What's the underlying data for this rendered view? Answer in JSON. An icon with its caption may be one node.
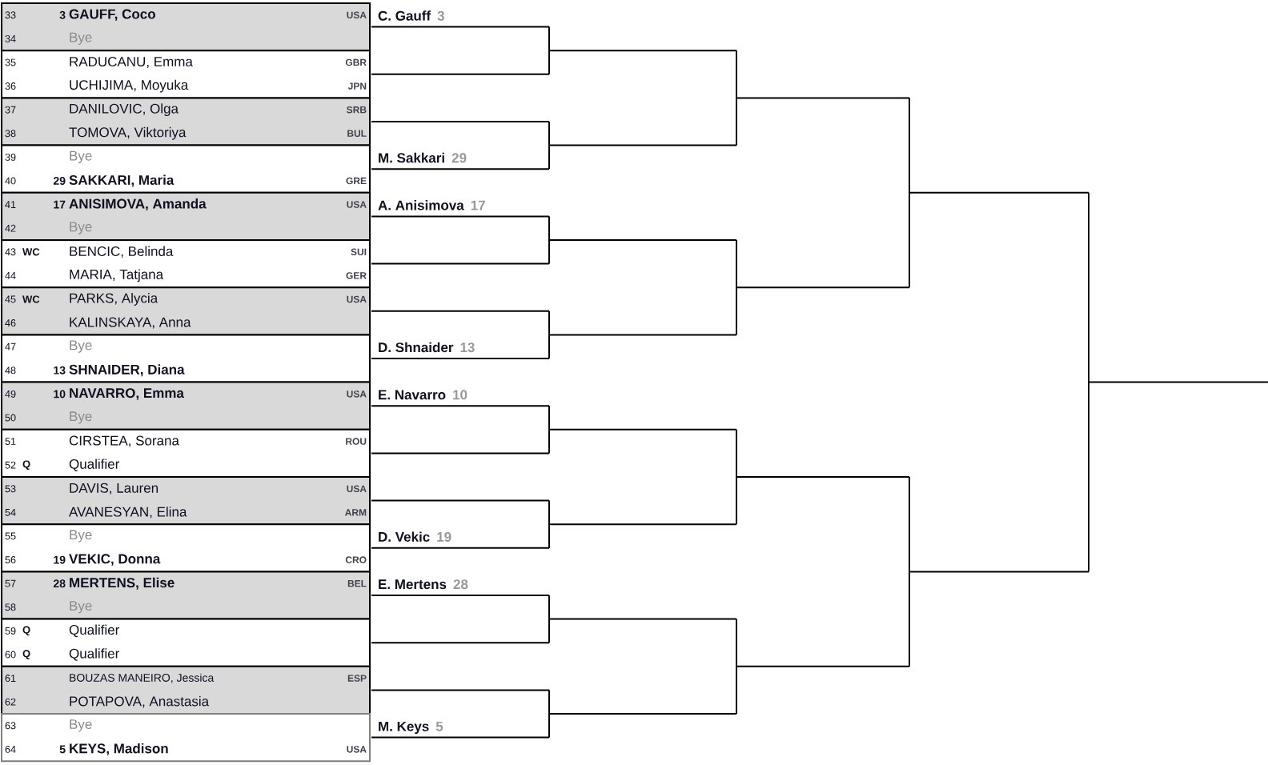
{
  "diagram": {
    "nodes": [
      {
        "text": [
          "33",
          "3",
          "GAUFF, Coco",
          "USA",
          "34",
          "Bye"
        ]
      },
      {
        "text": [
          "35",
          "RADUCANU, Emma",
          "GBR",
          "36",
          "UCHIJIMA, Moyuka",
          "JPN"
        ]
      },
      {
        "text": [
          "37",
          "DANILOVIC, Olga",
          "SRB",
          "38",
          "TOMOVA, Viktoriya",
          "BUL"
        ]
      },
      {
        "text": [
          "39",
          "Bye",
          "40",
          "29",
          "SAKKARI, Maria",
          "GRE"
        ]
      },
      {
        "text": [
          "41",
          "17",
          "ANISIMOVA, Amanda",
          "USA",
          "42",
          "Bye"
        ]
      },
      {
        "text": [
          "43",
          "WC",
          "BENCIC, Belinda",
          "SUI",
          "44",
          "MARIA, Tatjana",
          "GER"
        ]
      },
      {
        "text": [
          "45",
          "WC",
          "PARKS, Alycia",
          "USA",
          "46",
          "KALINSKAYA, Anna"
        ]
      },
      {
        "text": [
          "47",
          "Bye",
          "48",
          "13",
          "SHNAIDER, Diana"
        ]
      },
      {
        "text": [
          "49",
          "10",
          "NAVARRO, Emma",
          "USA",
          "50",
          "Bye"
        ]
      },
      {
        "text": [
          "51",
          "CIRSTEA, Sorana",
          "ROU",
          "52",
          "Q",
          "Qualifier"
        ]
      },
      {
        "text": [
          "53",
          "DAVIS, Lauren",
          "USA",
          "54",
          "AVANESYAN, Elina",
          "ARM"
        ]
      },
      {
        "text": [
          "55",
          "Bye",
          "56",
          "19",
          "VEKIC, Donna",
          "CRO"
        ]
      },
      {
        "text": [
          "57",
          "28",
          "MERTENS, Elise",
          "BEL",
          "58",
          "Bye"
        ]
      },
      {
        "text": [
          "59",
          "Q",
          "Qualifier",
          "60",
          "Q",
          "Qualifier"
        ]
      },
      {
        "text": [
          "61",
          "BOUZAS MANEIRO, Jessica",
          "ESP",
          "62",
          "POTAPOVA, Anastasia"
        ]
      },
      {
        "text": [
          "63",
          "Bye",
          "64",
          "5",
          "KEYS, Madison",
          "USA"
        ]
      }
    ],
    "labels": [
      "C. Gauff",
      "3",
      "M. Sakkari",
      "29",
      "A. Anisimova",
      "17",
      "D. Shnaider",
      "13",
      "E. Navarro",
      "10",
      "D. Vekic",
      "19",
      "E. Mertens",
      "28",
      "M. Keys",
      "5"
    ]
  }
}
